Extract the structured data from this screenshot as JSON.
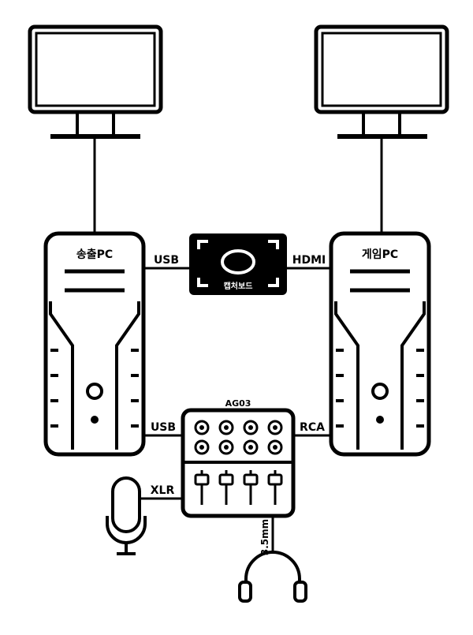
{
  "pcs": {
    "stream": "송출PC",
    "game": "게임PC"
  },
  "capture_board": {
    "label": "캡처보드"
  },
  "mixer": {
    "label": "AG03"
  },
  "connections": {
    "stream_to_capture": "USB",
    "capture_to_game": "HDMI",
    "stream_to_mixer": "USB",
    "mixer_to_game": "RCA",
    "mic_to_mixer": "XLR",
    "mixer_to_headphones": "3.5mm"
  },
  "colors": {
    "stroke": "#000000",
    "background": "#ffffff"
  },
  "icons": [
    "monitor-icon",
    "pc-tower-icon",
    "capture-board-icon",
    "audio-mixer-icon",
    "microphone-icon",
    "headphones-icon"
  ]
}
